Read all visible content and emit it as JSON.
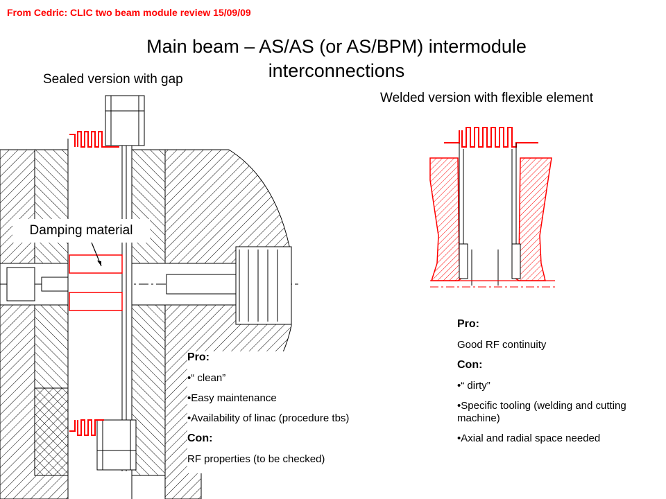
{
  "header_note": "From Cedric: CLIC two beam module review 15/09/09",
  "title_line1": "Main beam – AS/AS (or AS/BPM) intermodule",
  "title_line2": "interconnections",
  "left_drawing": {
    "caption": "Sealed version with gap",
    "callout": "Damping material"
  },
  "right_drawing": {
    "caption": "Welded version with flexible element"
  },
  "left_proscons": {
    "pro_heading": "Pro:",
    "pros": [
      "•“ clean”",
      "•Easy maintenance",
      "•Availability of linac (procedure tbs)"
    ],
    "con_heading": "Con:",
    "cons": [
      "RF properties (to be checked)"
    ]
  },
  "right_proscons": {
    "pro_heading": "Pro:",
    "pros": [
      "Good RF continuity"
    ],
    "con_heading": "Con:",
    "cons": [
      "•“ dirty”",
      "•Specific tooling (welding and cutting machine)",
      "•Axial and radial space needed"
    ]
  },
  "colors": {
    "header": "#ff0000",
    "seal": "#ff0000",
    "hatch": "#000000"
  }
}
